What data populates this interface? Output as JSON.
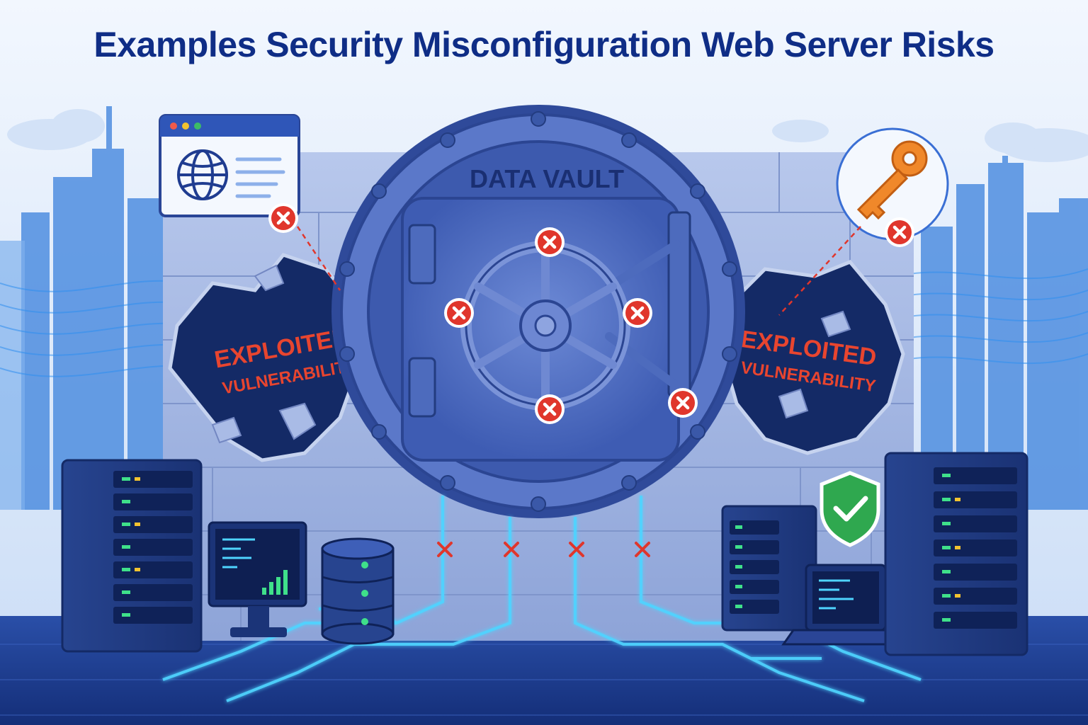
{
  "title": "Examples Security Misconfiguration Web Server Risks",
  "vault": {
    "label": "DATA VAULT"
  },
  "breach_left": {
    "line1": "EXPLOITED",
    "line2": "VULNERABILITY"
  },
  "breach_right": {
    "line1": "EXPLOITED",
    "line2": "VULNERABILITY"
  },
  "icons": {
    "browser": "browser-window-globe-icon",
    "key": "key-icon",
    "shield": "shield-check-icon",
    "error": "error-x-icon"
  },
  "colors": {
    "title": "#0f2d86",
    "error_red": "#e0362c",
    "breach_text": "#e8452f",
    "vault_blue": "#4a6bc4",
    "circuit_glow": "#4fd4ff",
    "key_orange": "#f0882a",
    "shield_green": "#2fa84f"
  }
}
